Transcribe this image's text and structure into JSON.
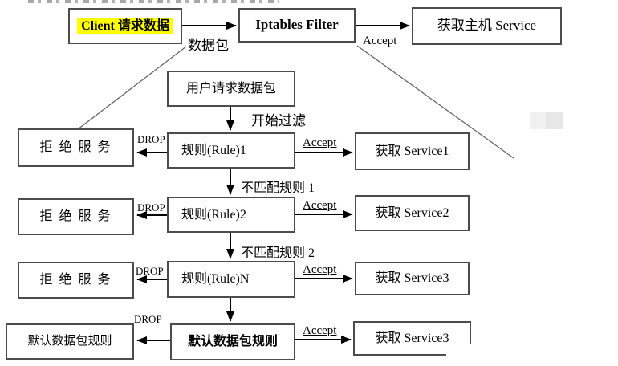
{
  "diagram": {
    "description": "iptables filter packet flow diagram",
    "nodes": {
      "client": "Client 请求数据",
      "iptables": "Iptables Filter",
      "host_service": "获取主机 Service",
      "user_packet": "用户请求数据包",
      "rule1": "规则(Rule)1",
      "rule2": "规则(Rule)2",
      "ruleN": "规则(Rule)N",
      "default_rule": "默认数据包规则",
      "default_rule_target": "默认数据包规则",
      "deny1": "拒 绝 服 务",
      "deny2": "拒 绝 服 务",
      "deny3": "拒 绝 服 务",
      "service1": "获取 Service1",
      "service2": "获取 Service2",
      "service3": "获取 Service3",
      "service4": "获取 Service3"
    },
    "edge_labels": {
      "packet": "数据包",
      "accept_top": "Accept",
      "start_filter": "开始过滤",
      "mismatch1": "不匹配规则 1",
      "mismatch2": "不匹配规则 2",
      "drop1": "DROP",
      "drop2": "DROP",
      "drop3": "DROP",
      "drop4": "DROP",
      "accept1": "Accept",
      "accept2": "Accept",
      "accept3": "Accept",
      "accept4": "Accept"
    },
    "colors": {
      "highlight": "#ffff00",
      "box_border": "#4c4c4c",
      "arrow": "#000000",
      "diagonal": "#666666"
    }
  }
}
